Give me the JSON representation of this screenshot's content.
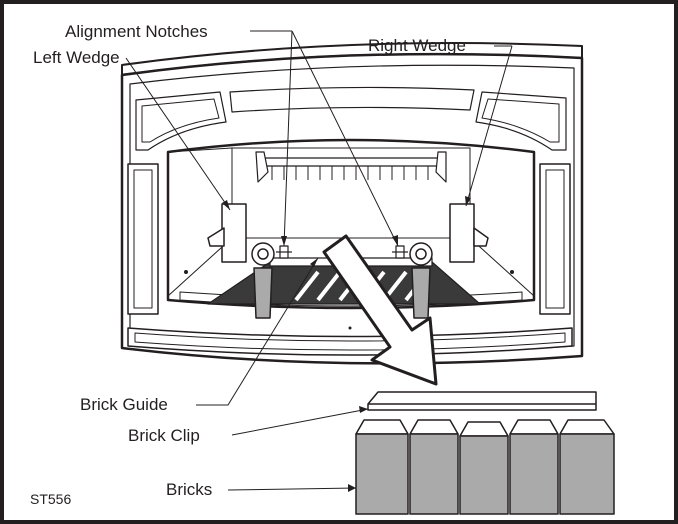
{
  "labels": {
    "alignment_notches": "Alignment Notches",
    "left_wedge": "Left Wedge",
    "right_wedge": "Right Wedge",
    "brick_guide": "Brick Guide",
    "brick_clip": "Brick Clip",
    "bricks": "Bricks"
  },
  "figure_code": "ST556",
  "colors": {
    "ink": "#231f20",
    "grate": "#3a3a3a",
    "brick_fill": "#aaaaaa",
    "arrow_fill": "#ffffff"
  }
}
